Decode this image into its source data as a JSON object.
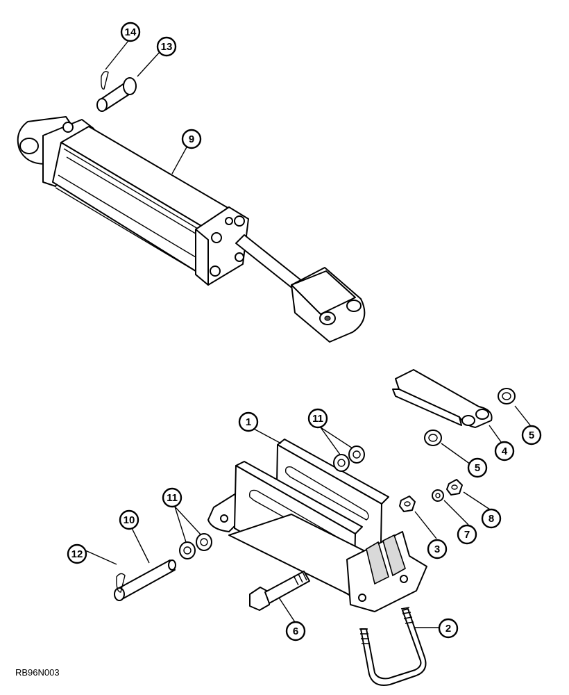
{
  "figure_code": "RB96N003",
  "callouts": [
    {
      "id": "callout-14",
      "label": "14"
    },
    {
      "id": "callout-13",
      "label": "13"
    },
    {
      "id": "callout-9",
      "label": "9"
    },
    {
      "id": "callout-1",
      "label": "1"
    },
    {
      "id": "callout-11a",
      "label": "11"
    },
    {
      "id": "callout-11b",
      "label": "11"
    },
    {
      "id": "callout-10",
      "label": "10"
    },
    {
      "id": "callout-12",
      "label": "12"
    },
    {
      "id": "callout-5a",
      "label": "5"
    },
    {
      "id": "callout-5b",
      "label": "5"
    },
    {
      "id": "callout-4",
      "label": "4"
    },
    {
      "id": "callout-3",
      "label": "3"
    },
    {
      "id": "callout-7",
      "label": "7"
    },
    {
      "id": "callout-8",
      "label": "8"
    },
    {
      "id": "callout-6",
      "label": "6"
    },
    {
      "id": "callout-2",
      "label": "2"
    }
  ]
}
